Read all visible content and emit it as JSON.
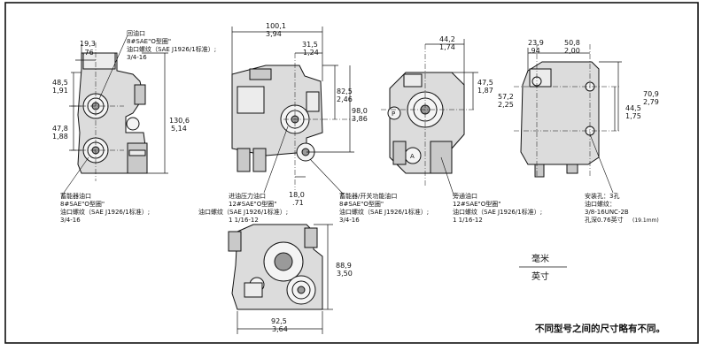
{
  "note": "不同型号之间的尺寸略有不同。",
  "units": {
    "metric": "毫米",
    "imperial": "英寸"
  },
  "dims": {
    "d1": [
      "19,3",
      ".76"
    ],
    "d2": [
      "48,5",
      "1,91"
    ],
    "d3": [
      "47,8",
      "1,88"
    ],
    "d4": [
      "130,6",
      "5,14"
    ],
    "d5": [
      "100,1",
      "3,94"
    ],
    "d6": [
      "31,5",
      "1,24"
    ],
    "d7": [
      "82,5",
      "2,46"
    ],
    "d8": [
      "98,0",
      "3,86"
    ],
    "d9": [
      "18,0",
      ".71"
    ],
    "d10": [
      "44,2",
      "1,74"
    ],
    "d11": [
      "47,5",
      "1,87"
    ],
    "d12": [
      "57,2",
      "2,25"
    ],
    "d13": [
      "23,9",
      ".94"
    ],
    "d14": [
      "50,8",
      "2,00"
    ],
    "d15": [
      "70,9",
      "2,79"
    ],
    "d16": [
      "44,5",
      "1,75"
    ],
    "d17": [
      "88,9",
      "3,50"
    ],
    "d18": [
      "92,5",
      "3,64"
    ]
  },
  "callouts": {
    "return_port": [
      "回油口",
      "8#SAE\"O型圈\"",
      "油口螺纹（SAE J1926/1标准）;",
      "3/4-16"
    ],
    "accumulator_port": [
      "蓄能器油口",
      "8#SAE\"O型圈\"",
      "油口螺纹（SAE J1926/1标准）;",
      "3/4-16"
    ],
    "inlet_port": [
      "进油压力油口",
      "12#SAE\"O型圈\"",
      "油口螺纹（SAE J1926/1标准）;",
      "1 1/16-12"
    ],
    "switch_port": [
      "蓄能器/开关功能油口",
      "8#SAE\"O型圈\"",
      "油口螺纹（SAE J1926/1标准）;",
      "3/4-16"
    ],
    "bypass_port": [
      "旁通油口",
      "12#SAE\"O型圈\"",
      "油口螺纹（SAE J1926/1标准）;",
      "1 1/16-12"
    ],
    "mount_holes": [
      "安装孔：3孔",
      "油口螺纹：",
      "3/8-16UNC-2B",
      "孔深0.76英寸"
    ],
    "mount_depth_mm": "(19.1mm)"
  },
  "port_marks": {
    "p": "P",
    "a": "A"
  }
}
